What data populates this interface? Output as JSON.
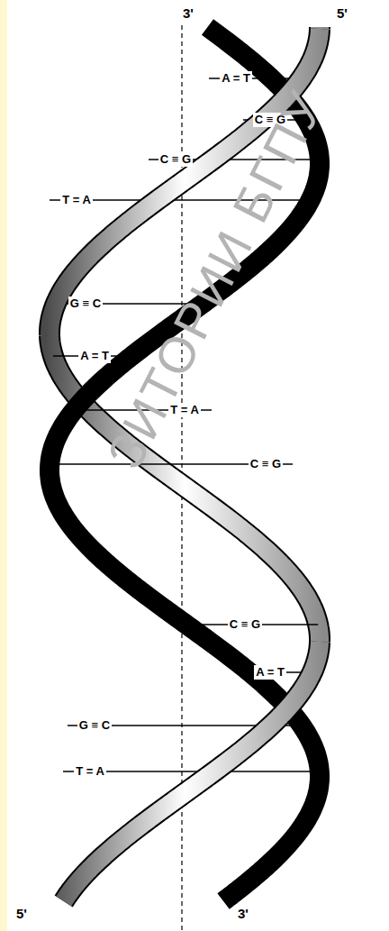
{
  "diagram": {
    "labels": [
      "3'",
      "5'",
      "A = T",
      "C ≡ G",
      "C ≡ G",
      "T = A",
      "G ≡ C",
      "A = T",
      "T = A",
      "C ≡ G",
      "C ≡ G",
      "A = T",
      "G ≡ C",
      "T = A",
      "5'",
      "3'",
      "ЗИТОРИИ БГПУ"
    ]
  }
}
